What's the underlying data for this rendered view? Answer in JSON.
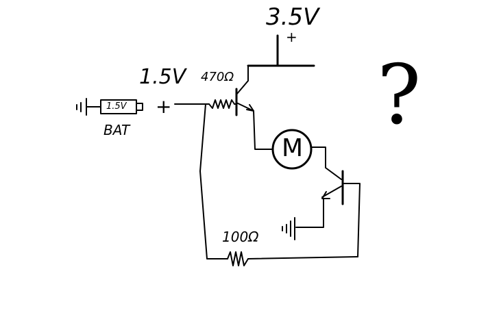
{
  "labels": {
    "supply_voltage": "3.5V",
    "supply_plus": "+",
    "input_voltage": "1.5V",
    "input_plus": "+",
    "base_resistor": "470Ω",
    "battery_text": "1.5V",
    "battery_label": "BAT",
    "motor_symbol": "M",
    "feedback_resistor": "100Ω",
    "question": "?"
  }
}
